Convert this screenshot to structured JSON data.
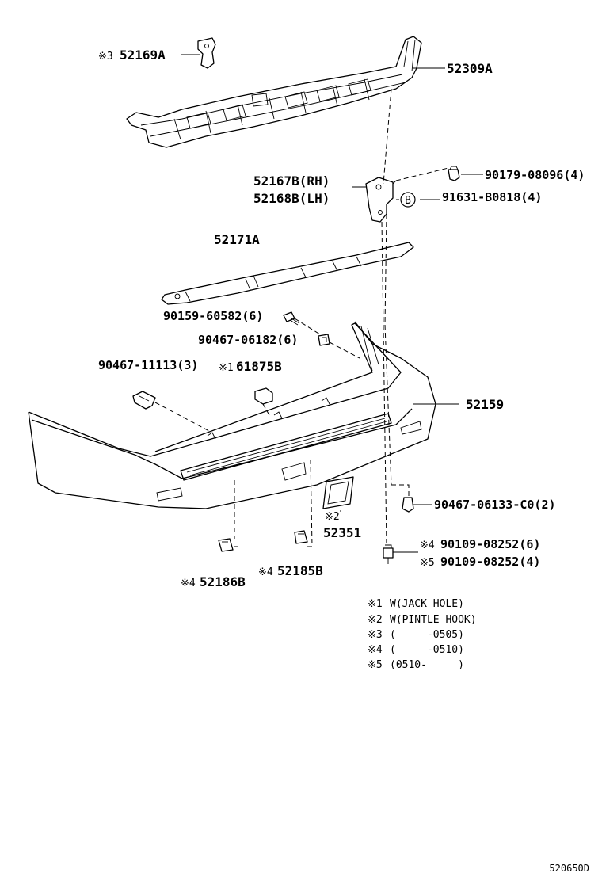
{
  "parts": {
    "p52169A": {
      "mark": "※3",
      "num": "52169A"
    },
    "p52309A": {
      "num": "52309A"
    },
    "p52167B": {
      "num": "52167B(RH)"
    },
    "p52168B": {
      "num": "52168B(LH)"
    },
    "p90179": {
      "num": "90179-08096(4)"
    },
    "p91631": {
      "circle": "B",
      "num": "91631-B0818(4)"
    },
    "p52171A": {
      "num": "52171A"
    },
    "p90159": {
      "num": "90159-60582(6)"
    },
    "p90467a": {
      "num": "90467-06182(6)"
    },
    "p90467b": {
      "num": "90467-11113(3)"
    },
    "p61875B": {
      "mark": "※1",
      "num": "61875B"
    },
    "p52159": {
      "num": "52159"
    },
    "p90467c": {
      "num": "90467-06133-C0(2)"
    },
    "p52351": {
      "mark": "※2",
      "num": "52351"
    },
    "p90109a": {
      "mark": "※4",
      "num": "90109-08252(6)"
    },
    "p90109b": {
      "mark": "※5",
      "num": "90109-08252(4)"
    },
    "p52185B": {
      "mark": "※4",
      "num": "52185B"
    },
    "p52186B": {
      "mark": "※4",
      "num": "52186B"
    }
  },
  "notes": [
    {
      "mark": "※1",
      "text": "W(JACK HOLE)"
    },
    {
      "mark": "※2",
      "text": "W(PINTLE HOOK)"
    },
    {
      "mark": "※3",
      "text": "(     -0505)"
    },
    {
      "mark": "※4",
      "text": "(     -0510)"
    },
    {
      "mark": "※5",
      "text": "(0510-     )"
    }
  ],
  "diagram_code": "520650D"
}
